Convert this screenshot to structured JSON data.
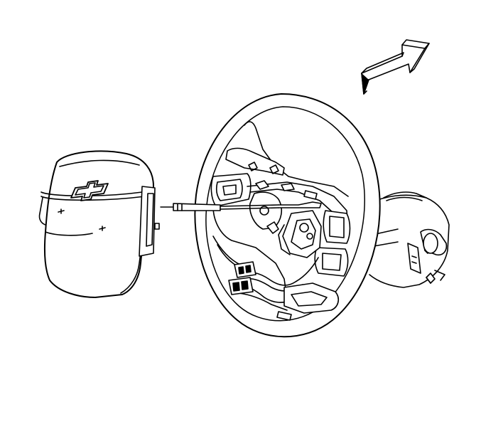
{
  "figure": {
    "stroke_color": "#000000",
    "fill_color": "#ffffff",
    "parts": {
      "direction_arrow": "forward-direction-arrow-icon",
      "airbag_module": "driver-airbag-module",
      "emblem": "chevrolet-bowtie-emblem",
      "tool": "release-tool",
      "steering_wheel": "steering-wheel",
      "steering_column": "steering-column",
      "connectors": "airbag-wiring-connectors"
    }
  }
}
